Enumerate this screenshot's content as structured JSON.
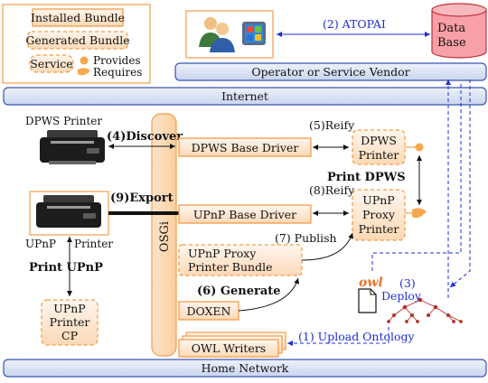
{
  "legend": {
    "installed_bundle": "Installed Bundle",
    "generated_bundle": "Generated Bundle",
    "service": "Service",
    "provides": "Provides",
    "requires": "Requires"
  },
  "top": {
    "atopai_label": "(2) ATOPAI",
    "database_line1": "Data",
    "database_line2": "Base",
    "operator_bar": "Operator or Service Vendor",
    "internet_bar": "Internet"
  },
  "left": {
    "dpws_printer_label": "DPWS Printer",
    "discover_label": "(4)Discover",
    "export_label": "(9)Export",
    "upnp_label": "UPnP",
    "printer_label": "Printer",
    "print_upnp_label": "Print UPnP",
    "upnp_cp_line1": "UPnP",
    "upnp_cp_line2": "Printer",
    "upnp_cp_line3": "CP"
  },
  "osgi": {
    "label": "OSGi",
    "dpws_base_driver": "DPWS Base Driver",
    "upnp_base_driver": "UPnP Base Driver",
    "upnp_proxy_bundle_line1": "UPnP Proxy",
    "upnp_proxy_bundle_line2": "Printer Bundle",
    "doxen": "DOXEN",
    "owl_writers": "OWL Writers",
    "generate_label": "(6) Generate",
    "publish_label": "(7) Publish"
  },
  "right": {
    "reify5_label": "(5)Reify",
    "reify8_label": "(8)Reify",
    "dpws_printer_line1": "DPWS",
    "dpws_printer_line2": "Printer",
    "print_dpws_label": "Print DPWS",
    "upnp_proxy_line1": "UPnP",
    "upnp_proxy_line2": "Proxy",
    "upnp_proxy_line3": "Printer",
    "owl_label": "owl",
    "deploy_line1": "(3)",
    "deploy_line2": "Deploy",
    "upload_label": "(1) Upload Ontology"
  },
  "bottom": {
    "home_network_bar": "Home Network"
  },
  "colors": {
    "orange": "#f39c4a",
    "orange_fill": "#fde2c6",
    "blue": "#1f2fd1",
    "bar_fill": "#dfe6f6",
    "db_fill": "#f7a0a6",
    "db_stroke": "#c0303c"
  },
  "icons": [
    "users-icon",
    "printer-icon",
    "provides-icon",
    "requires-icon",
    "document-icon",
    "tree-icon"
  ]
}
